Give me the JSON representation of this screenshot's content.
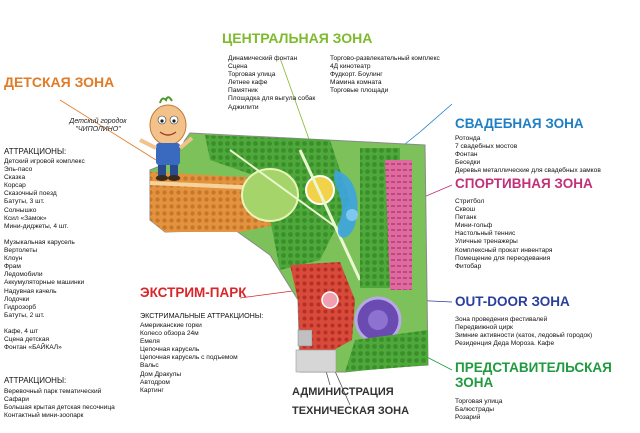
{
  "central": {
    "title": "ЦЕНТРАЛЬНАЯ ЗОНА",
    "color": "#7dbb2c",
    "col1": [
      "Динамический фонтан",
      "Сцена",
      "Торговая улица",
      "Летнее кафе",
      "Памятник",
      "Площадка для выгула собак",
      "Аджилити"
    ],
    "col2": [
      "Торгово-развлекательный комплекс",
      "4Д кинотеатр",
      "Фудкорт. Боулинг",
      "Мамина комната",
      "Торговые площади"
    ]
  },
  "kids": {
    "title": "ДЕТСКАЯ ЗОНА",
    "color": "#e07b27",
    "tag_line1": "Детский городок",
    "tag_line2": "\"ЧИПОЛИНО\"",
    "attr_header": "АТТРАКЦИОНЫ:",
    "attractions": [
      "Детский игровой комплекс",
      "Эль-пасо",
      "Сказка",
      "Корсар",
      "Сказочный поезд",
      "Батуты, 3 шт.",
      "Солнышко",
      "Ксил «Замок»",
      "Мини-диджеты, 4 шт.",
      "",
      "Музыкальная карусель",
      "Вертолеты",
      "Клоун",
      "Фрам",
      "Ледомобили",
      "Аккумуляторные машинки",
      "Надувная качель",
      "Лодочки",
      "Гидрозорб",
      "Батуты, 2 шт.",
      "",
      "Кафе, 4 шт",
      "Сцена детская",
      "Фонтан «БАЙКАЛ»"
    ],
    "attr_header2": "АТТРАКЦИОНЫ:",
    "attractions2": [
      "Веревочный парк тематический",
      "Сафари",
      "Большая крытая детская песочница",
      "Контактный мини-зоопарк"
    ]
  },
  "wedding": {
    "title": "СВАДЕБНАЯ ЗОНА",
    "color": "#1e7fc4",
    "items": [
      "Ротонда",
      "7 свадебных мостов",
      "Фонтан",
      "Беседки",
      "Деревья металлические для свадебных замков"
    ]
  },
  "sport": {
    "title": "СПОРТИВНАЯ ЗОНА",
    "color": "#c2307a",
    "items": [
      "Стритбол",
      "Сквош",
      "Петанк",
      "Мини-гольф",
      "Настольный теннис",
      "Уличные тренажеры",
      "Комплексный прокат инвентаря",
      "Помещение для переодевания",
      "Фитобар"
    ]
  },
  "extreme": {
    "title": "ЭКСТРИМ-ПАРК",
    "color": "#d9262a",
    "attr_header": "ЭКСТРИМАЛЬНЫЕ АТТРАКЦИОНЫ:",
    "items": [
      "Американские горки",
      "Колесо обзора 24м",
      "Емеля",
      "Цепочная карусель",
      "Цепочная карусель с подъемом",
      "Вальс",
      "Дом Дракулы",
      "Автодром",
      "Картинг"
    ]
  },
  "outdoor": {
    "title": "OUT-DOOR ЗОНА",
    "color": "#2a3f9a",
    "items": [
      "Зона проведения фестивалей",
      "Передвижной цирк",
      "Зимние активности (каток, ледовый городок)",
      "Резиденция Деда Мороза. Кафе"
    ]
  },
  "representative": {
    "title_line1": "ПРЕДСТАВИТЕЛЬСКАЯ",
    "title_line2": "ЗОНА",
    "color": "#1f9a3e",
    "items": [
      "Торговая улица",
      "Балюстрады",
      "Розарий"
    ]
  },
  "admin": {
    "title": "АДМИНИСТРАЦИЯ",
    "color": "#333333"
  },
  "technical": {
    "title": "ТЕХНИЧЕСКАЯ ЗОНА",
    "color": "#333333"
  }
}
